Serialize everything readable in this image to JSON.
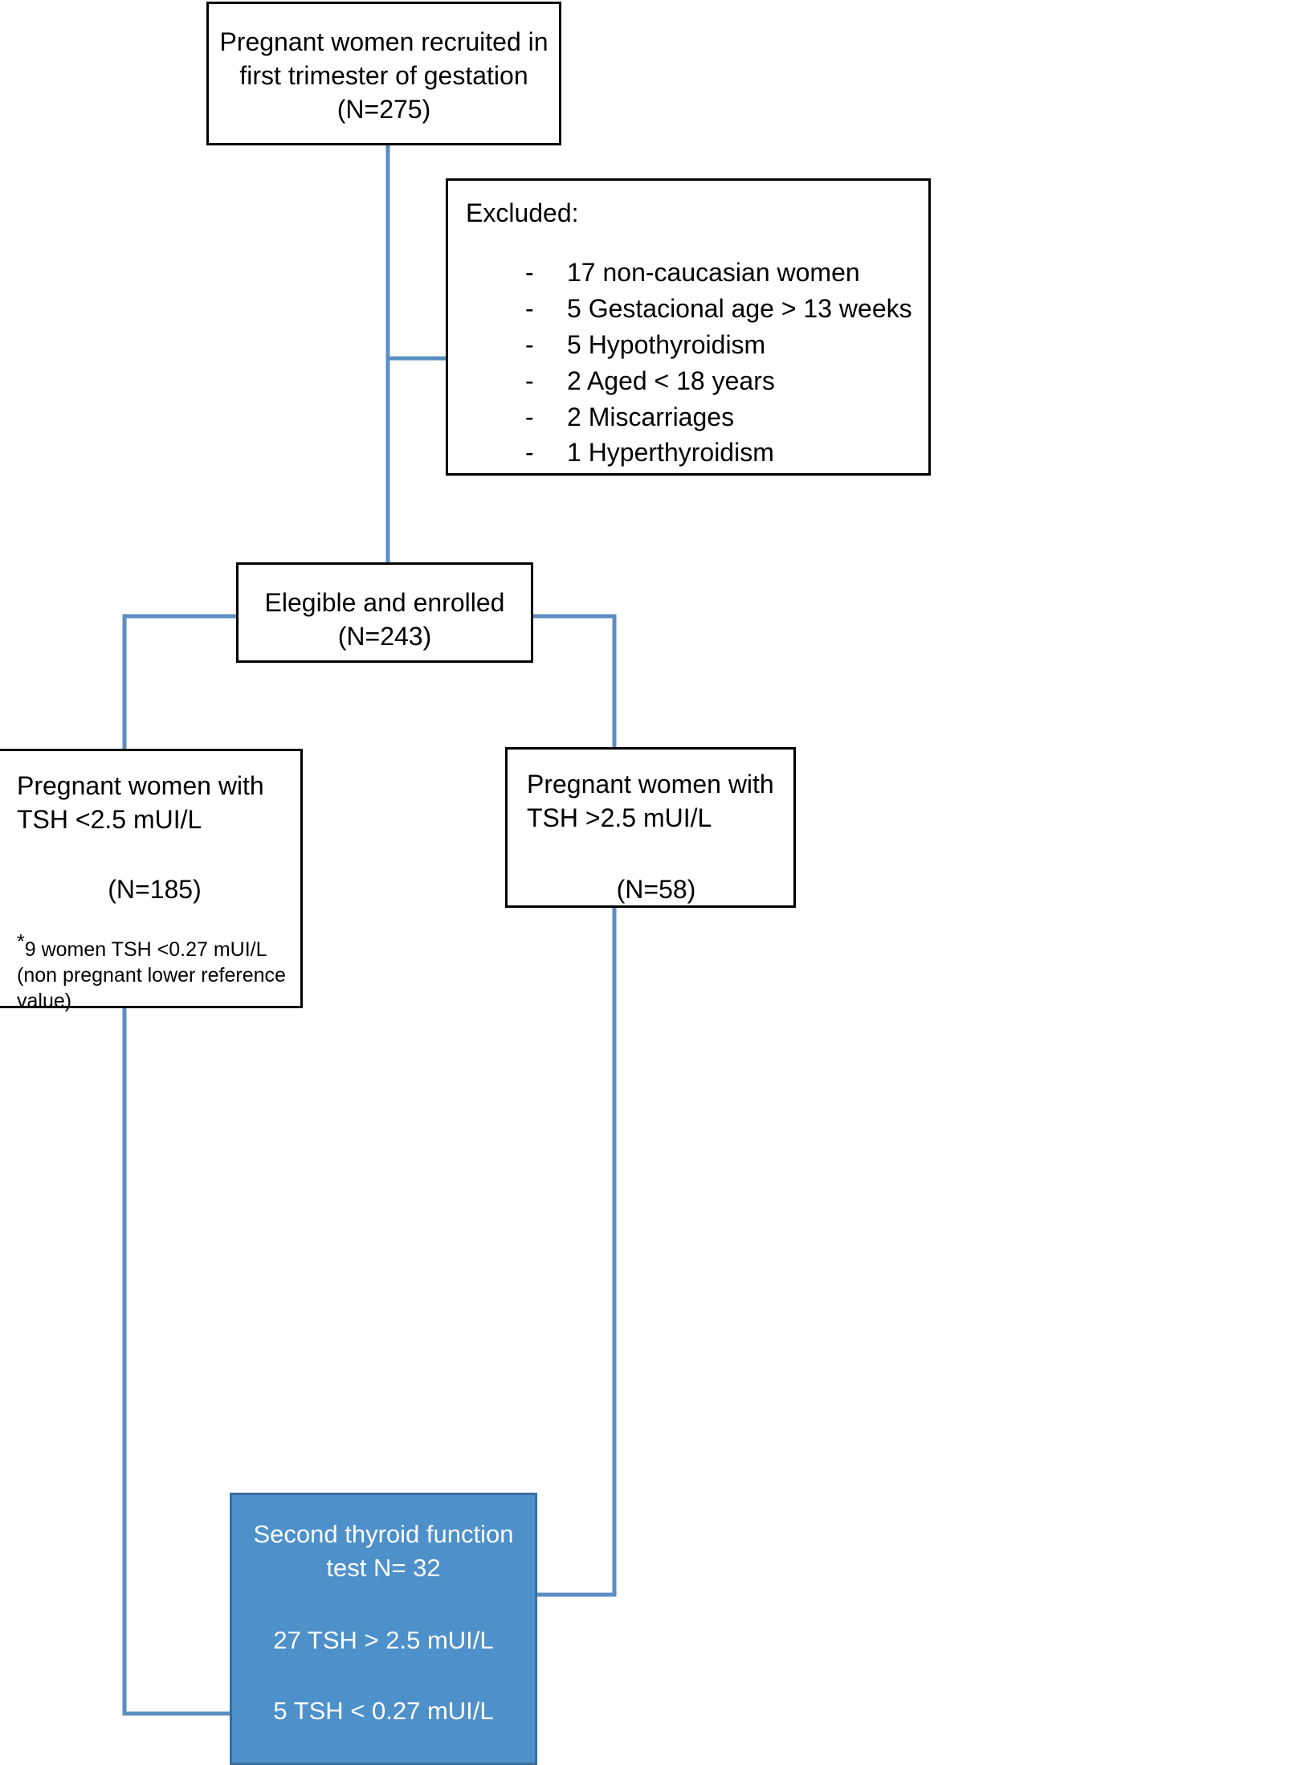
{
  "diagram": {
    "title": "Study participant flow diagram",
    "colors": {
      "box_border": "#000000",
      "box_fill": "#ffffff",
      "connector": "#5b8fc2",
      "highlight_fill": "#4e90c9",
      "highlight_border": "#3a6f9c",
      "highlight_text": "#ffffff",
      "text": "#000000"
    }
  },
  "nodes": {
    "recruited": {
      "line1": "Pregnant women recruited in",
      "line2": "first trimester of gestation",
      "line3": "(N=275)"
    },
    "excluded": {
      "heading": "Excluded:",
      "bullet": "-",
      "items": [
        "17 non-caucasian women",
        "5 Gestacional age > 13 weeks",
        "5 Hypothyroidism",
        "2 Aged < 18 years",
        "2 Miscarriages",
        "1 Hyperthyroidism"
      ]
    },
    "eligible": {
      "line1": "Elegible and enrolled",
      "line2": "(N=243)"
    },
    "low_tsh": {
      "line1": "Pregnant women with",
      "line2": "TSH <2.5 mUI/L",
      "count": "(N=185)",
      "note_marker": "*",
      "note_line1": "9 women TSH <0.27 mUI/L",
      "note_line2": "(non pregnant lower reference",
      "note_line3": "value)"
    },
    "high_tsh": {
      "line1": "Pregnant women with",
      "line2": "TSH >2.5 mUI/L",
      "count": "(N=58)"
    },
    "second_test": {
      "line1": "Second thyroid function",
      "line2": "test  N= 32",
      "line3": "27 TSH > 2.5 mUI/L",
      "line4": "5 TSH < 0.27 mUI/L"
    }
  }
}
